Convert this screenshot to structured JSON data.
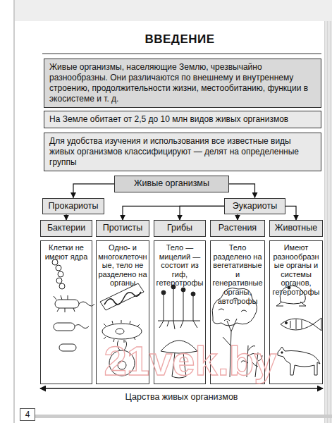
{
  "diagram": {
    "title": "ВВЕДЕНИЕ",
    "nodes": [
      {
        "text": [
          "Живые организмы, населяющие Землю, чрезвычайно разнообразны. Они различаются по внешнему и внутреннему строению, продолжительности жизни, местообитанию, функции в экосистеме и т. д."
        ]
      },
      {
        "text": [
          "На Земле обитает от 2,5 до 10 млн видов живых организмов"
        ]
      },
      {
        "text": [
          "Для удобства изучения и использования все известные виды живых организмов классифицируют — делят на определенные группы"
        ]
      },
      {
        "text": [
          "Живые организмы"
        ]
      },
      {
        "text": [
          "Прокариоты"
        ]
      },
      {
        "text": [
          "Эукариоты"
        ]
      },
      {
        "text": [
          "Бактерии"
        ]
      },
      {
        "text": [
          "Протисты"
        ]
      },
      {
        "text": [
          "Грибы"
        ]
      },
      {
        "text": [
          "Растения"
        ]
      },
      {
        "text": [
          "Животные"
        ]
      },
      {
        "text": [
          "Клетки не имеют ядра"
        ]
      },
      {
        "text": [
          "Одно- и многоклеточные, тело не разделено на органы"
        ]
      },
      {
        "text": [
          "Тело — мицелий — состоит из гиф, гетеротрофы"
        ]
      },
      {
        "text": [
          "Тело разделено на вегетативные и генеративные органы, автотрофы"
        ]
      },
      {
        "text": [
          "Имеют разнообразные органы и системы органов, гетеротрофы"
        ]
      }
    ],
    "edges": [
      {
        "from": 3,
        "to": 4,
        "arrow": "to"
      },
      {
        "from": 3,
        "to": 5,
        "arrow": "to"
      },
      {
        "from": 4,
        "to": 6,
        "arrow": "to"
      },
      {
        "from": 5,
        "to": 7,
        "arrow": "to"
      },
      {
        "from": 5,
        "to": 8,
        "arrow": "to"
      },
      {
        "from": 5,
        "to": 9,
        "arrow": "to"
      },
      {
        "from": 5,
        "to": 10,
        "arrow": "to"
      }
    ],
    "labels": [
      "Царства живых организмов",
      "4",
      "21vek.by"
    ]
  }
}
